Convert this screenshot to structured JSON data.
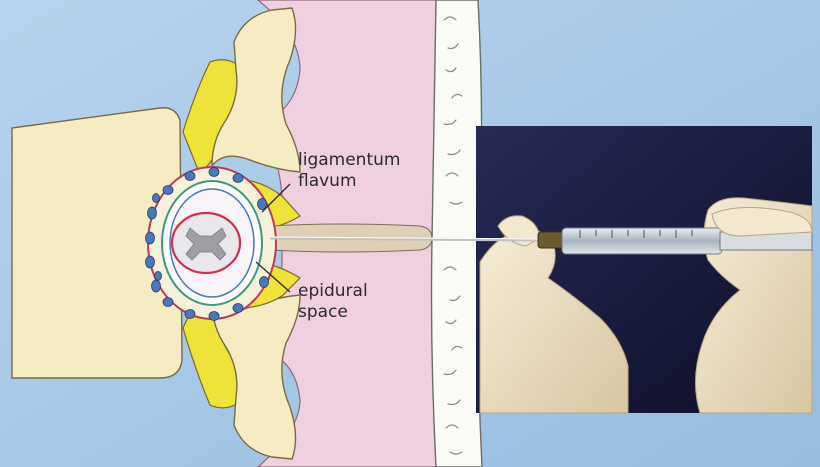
{
  "labels": {
    "ligamentum_line1": "ligamentum",
    "ligamentum_line2": "flavum",
    "epidural_line1": "epidural",
    "epidural_line2": "space"
  },
  "colors": {
    "background": "#a6c7e6",
    "bone": "#f6ecc4",
    "muscle": "#f0cfe0",
    "ligament": "#efe33a",
    "skin": "#fbfbf6",
    "photo_dark": "#16173a",
    "glove": "#ece0c6",
    "needle": "#bfc1c4",
    "dura_red": "#d2304a",
    "dura_blue": "#4a78b8"
  },
  "icons": [
    "spinal-cord-cross-section",
    "epidural-needle",
    "loss-of-resistance-syringe",
    "gloved-hands"
  ]
}
